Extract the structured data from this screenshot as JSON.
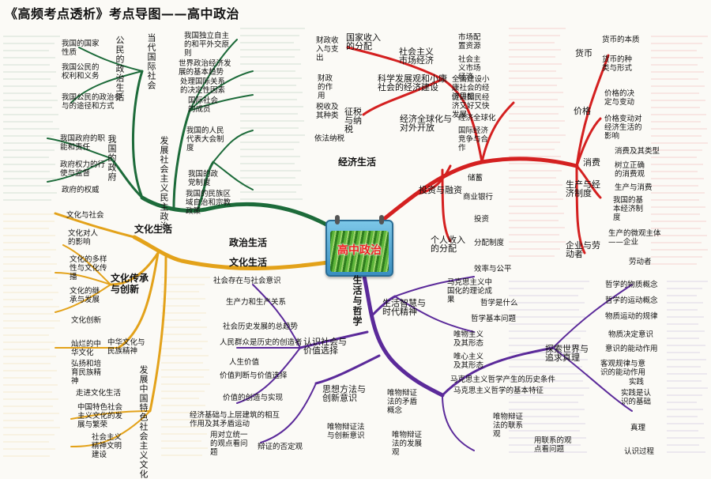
{
  "title": "《高频考点透析》考点导图——高中政治",
  "center": "高中政治",
  "branches": {
    "politics": "政治生活",
    "culture": "文化生活",
    "economy": "经济生活",
    "philosophy": "生活与哲学"
  },
  "politics_nodes": {
    "citizen": "公民的政治生活",
    "nature": "我国的国家性质",
    "rights": "我国公民的权利和义务",
    "participation": "我国公民的政治参与的途径和方式",
    "government": "我国的政府",
    "gov_func": "我国政府的职能和责任",
    "gov_power": "政府权力的行使与监督",
    "gov_auth": "政府的权威",
    "intl": "当代国际社会",
    "peace": "我国独立自主的和平外交原则",
    "world": "世界政治经济发展的基本趋势",
    "relations": "处理国际关系的决定性因素",
    "members": "国际社会的成员",
    "democracy": "发展社会主义民主政治",
    "npc": "我国的人民代表大会制度",
    "party": "我国的政党制度",
    "ethnic": "我国的民族区域自治和宗教政策"
  },
  "culture_nodes": {
    "society": "文化与社会",
    "influence": "文化对人的影响",
    "diversity": "文化的多样性与文化传播",
    "inherit": "文化的继承与发展",
    "innovation": "文化创新",
    "heritage": "文化传承与创新",
    "chinese": "灿烂的中华文化",
    "spirit": "弘扬和培育民族精神",
    "nation": "中华文化与民族精神",
    "road": "走进文化生活",
    "socialist": "中国特色社会主义文化的发展与繁荣",
    "core": "社会主义精神文明建设",
    "develop": "发展中国特色社会主义文化"
  },
  "economy_nodes": {
    "money": "货币",
    "essence": "货币的本质",
    "types": "货币的种类与形式",
    "price": "价格",
    "price_change": "价格的决定与变动",
    "price_effect": "价格变动对经济生活的影响",
    "consume": "消费",
    "consume_types": "消费及其类型",
    "concept": "树立正确的消费观",
    "production": "生产与经济制度",
    "prod_consume": "生产与消费",
    "basic": "我国的基本经济制度",
    "enterprise": "企业与劳动者",
    "subject": "生产的微观主体——企业",
    "labor": "劳动者",
    "income": "个人收入的分配",
    "distribution": "分配制度",
    "efficiency": "效率与公平",
    "invest": "投资与融资",
    "deposit": "储蓄",
    "bank": "商业银行",
    "stocks": "投资",
    "tax": "征税与纳税",
    "tax_kind": "税收及其种类",
    "tax_law": "依法纳税",
    "state_income": "国家收入的分配",
    "fiscal": "财政收入与支出",
    "fiscal_role": "财政的作用",
    "market": "社会主义市场经济",
    "market_cfg": "市场配置资源",
    "macro": "社会主义市场经济",
    "science": "科学发展观和小康社会的经济建设",
    "xiaokang": "全面建设小康社会的经济目标",
    "good_fast": "促进国民经济又好又快发展",
    "global": "经济全球化与对外开放",
    "econ_global": "经济全球化",
    "competition": "国际经济竞争与合作"
  },
  "philosophy_nodes": {
    "wisdom": "生活智慧与时代精神",
    "marx_phil": "马克思主义中国化的理论成果",
    "what": "哲学是什么",
    "basic_q": "哲学基本问题",
    "materialism": "唯物主义及其形态",
    "idealism": "唯心主义及其形态",
    "marx_birth": "马克思主义哲学产生的历史条件",
    "marx_feat": "马克思主义哲学的基本特征",
    "explore": "探索世界与追求真理",
    "matter": "哲学的物质概念",
    "motion": "哲学的运动概念",
    "law": "物质运动的规律",
    "decide": "物质决定意识",
    "initiative": "意识的能动作用",
    "objective": "客观规律与意识的能动作用",
    "practice": "实践",
    "basis": "实践是认识的基础",
    "truth": "真理",
    "cycle": "认识过程",
    "values": "认识社会与价值选择",
    "exist": "社会存在与社会意识",
    "forces": "生产力和生产关系",
    "trend": "社会历史发展的总趋势",
    "masses": "人民群众是历史的创造者",
    "life_value": "人生价值",
    "judge": "价值判断与价值选择",
    "create": "价值的创造与实现",
    "base": "经济基础与上层建筑的相互作用及其矛盾运动",
    "method": "思想方法与创新意识",
    "dialectic": "唯物辩证法的矛盾概念",
    "develop": "唯物辩证法的发展观",
    "link": "唯物辩证法的联系观",
    "denial": "辩证的否定观",
    "connect": "用联系的观点看问题",
    "unity": "用对立统一的观点看问题",
    "neg": "唯物辩证法与创新意识"
  },
  "colors": {
    "politics": "#1d6b3a",
    "culture": "#e3a21a",
    "economy": "#d42020",
    "philosophy": "#5b2a9a"
  }
}
